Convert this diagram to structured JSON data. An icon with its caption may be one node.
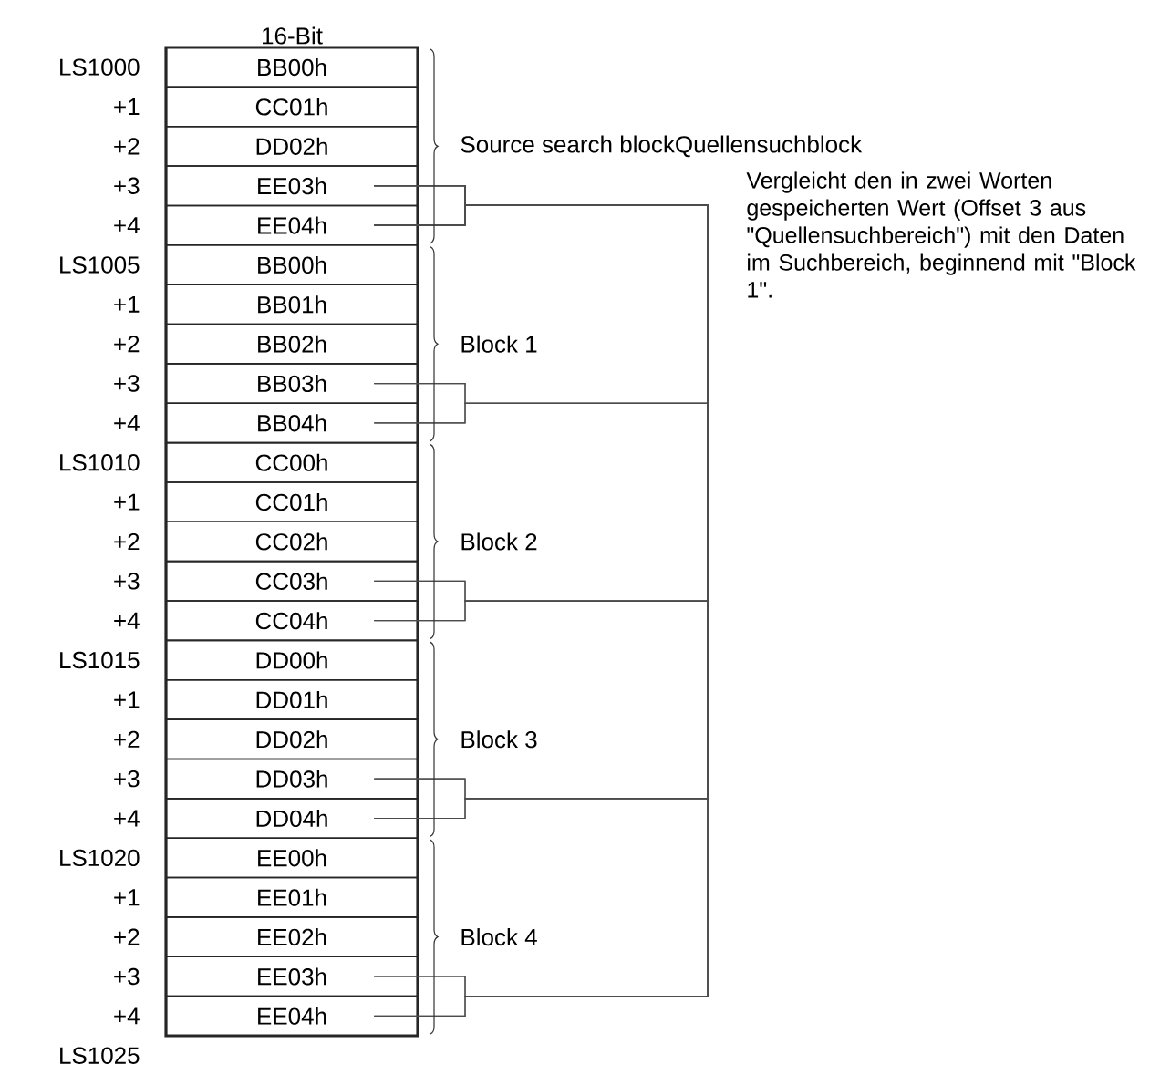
{
  "diagram": {
    "nodes": [
      {
        "text": [
          "BB00h"
        ]
      },
      {
        "text": [
          "CC01h"
        ]
      },
      {
        "text": [
          "DD02h"
        ]
      },
      {
        "text": [
          "EE03h"
        ]
      },
      {
        "text": [
          "EE04h"
        ]
      },
      {
        "text": [
          "BB00h"
        ]
      },
      {
        "text": [
          "BB01h"
        ]
      },
      {
        "text": [
          "BB02h"
        ]
      },
      {
        "text": [
          "BB03h"
        ]
      },
      {
        "text": [
          "BB04h"
        ]
      },
      {
        "text": [
          "CC00h"
        ]
      },
      {
        "text": [
          "CC01h"
        ]
      },
      {
        "text": [
          "CC02h"
        ]
      },
      {
        "text": [
          "CC03h"
        ]
      },
      {
        "text": [
          "CC04h"
        ]
      },
      {
        "text": [
          "DD00h"
        ]
      },
      {
        "text": [
          "DD01h"
        ]
      },
      {
        "text": [
          "DD02h"
        ]
      },
      {
        "text": [
          "DD03h"
        ]
      },
      {
        "text": [
          "DD04h"
        ]
      },
      {
        "text": [
          "EE00h"
        ]
      },
      {
        "text": [
          "EE01h"
        ]
      },
      {
        "text": [
          "EE02h"
        ]
      },
      {
        "text": [
          "EE03h"
        ]
      },
      {
        "text": [
          "EE04h"
        ]
      }
    ],
    "edges": [
      {
        "from": 3,
        "to": 8,
        "arrow": "none"
      },
      {
        "from": 3,
        "to": 9,
        "arrow": "none"
      },
      {
        "from": 4,
        "to": 8,
        "arrow": "none"
      },
      {
        "from": 4,
        "to": 9,
        "arrow": "none"
      },
      {
        "from": 3,
        "to": 13,
        "arrow": "none"
      },
      {
        "from": 3,
        "to": 14,
        "arrow": "none"
      },
      {
        "from": 4,
        "to": 13,
        "arrow": "none"
      },
      {
        "from": 4,
        "to": 14,
        "arrow": "none"
      },
      {
        "from": 3,
        "to": 18,
        "arrow": "none"
      },
      {
        "from": 3,
        "to": 19,
        "arrow": "none"
      },
      {
        "from": 4,
        "to": 18,
        "arrow": "none"
      },
      {
        "from": 4,
        "to": 19,
        "arrow": "none"
      },
      {
        "from": 3,
        "to": 23,
        "arrow": "none"
      },
      {
        "from": 3,
        "to": 24,
        "arrow": "none"
      },
      {
        "from": 4,
        "to": 23,
        "arrow": "none"
      },
      {
        "from": 4,
        "to": 24,
        "arrow": "none"
      }
    ],
    "labels": [
      "16-Bit",
      "LS1000",
      "+1",
      "+2",
      "+3",
      "+4",
      "LS1005",
      "+1",
      "+2",
      "+3",
      "+4",
      "LS1010",
      "+1",
      "+2",
      "+3",
      "+4",
      "LS1015",
      "+1",
      "+2",
      "+3",
      "+4",
      "LS1020",
      "+1",
      "+2",
      "+3",
      "+4",
      "LS1025",
      "Source search blockQuellensuchblock",
      "Block 1",
      "Block 2",
      "Block 3",
      "Block 4",
      "Vergleicht den in zwei Worten gespeicherten Wert (Offset 3 aus \"Quellensuchbereich\") mit den Daten im Suchbereich, beginnend mit \"Block 1\"."
    ]
  }
}
